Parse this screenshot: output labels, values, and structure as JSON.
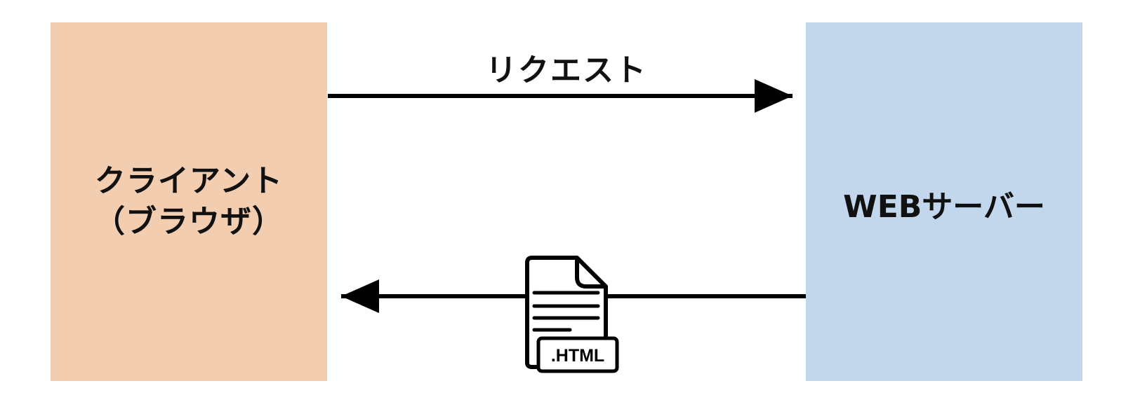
{
  "client": {
    "line1": "クライアント",
    "line2": "（ブラウザ）",
    "color": "#f2cdb0"
  },
  "server": {
    "label": "WEBサーバー",
    "color": "#c2d7ec"
  },
  "request": {
    "label": "リクエスト"
  },
  "response": {
    "file_badge": ".HTML"
  },
  "line_color": "#000000"
}
